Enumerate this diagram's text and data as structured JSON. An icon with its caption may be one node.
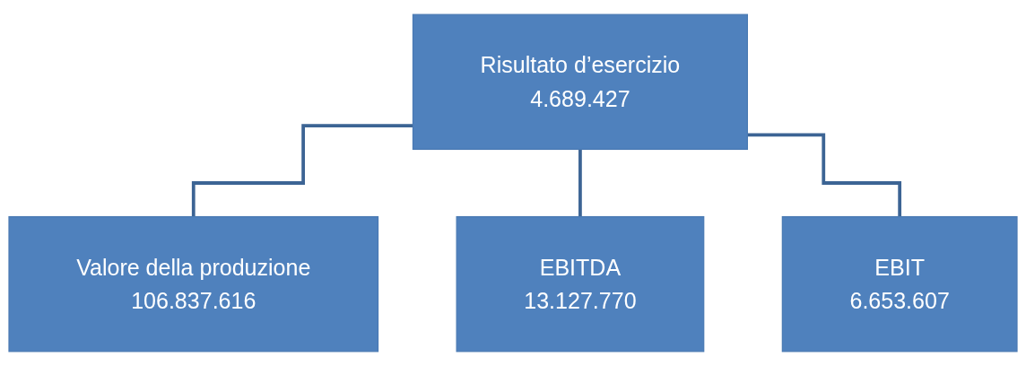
{
  "diagram": {
    "nodes": [
      {
        "text": [
          "Risultato d’esercizio",
          "4.689.427"
        ]
      },
      {
        "text": [
          "Valore della produzione",
          "106.837.616"
        ]
      },
      {
        "text": [
          "EBITDA",
          "13.127.770"
        ]
      },
      {
        "text": [
          "EBIT",
          "6.653.607"
        ]
      }
    ],
    "edges": [
      {
        "from": 0,
        "to": 1,
        "arrow": "none"
      },
      {
        "from": 0,
        "to": 2,
        "arrow": "none"
      },
      {
        "from": 0,
        "to": 3,
        "arrow": "none"
      }
    ]
  }
}
